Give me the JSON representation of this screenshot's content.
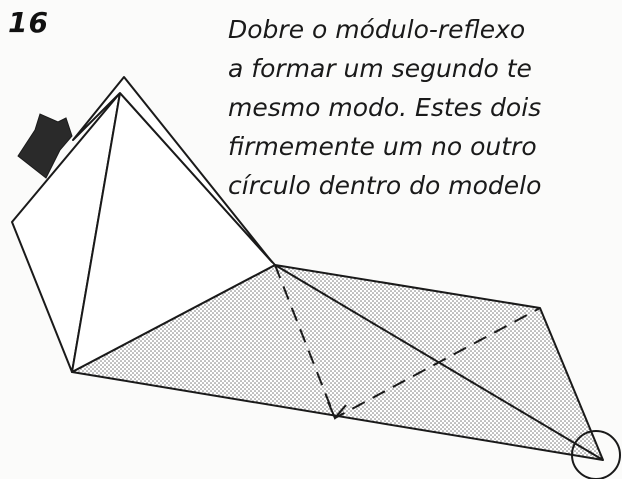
{
  "step": {
    "number": "16"
  },
  "instructions": {
    "lines": [
      "Dobre o módulo-reflexo",
      "a formar um segundo te",
      "mesmo modo. Estes dois",
      "firmemente um no outro",
      "círculo dentro do modelo"
    ]
  },
  "diagram": {
    "icons": [
      "push-arrow-icon",
      "target-circle-icon"
    ],
    "colors": {
      "line": "#1a1a1a",
      "shade_dots": "#6e6e6e",
      "arrow_fill": "#2a2a2a"
    }
  }
}
